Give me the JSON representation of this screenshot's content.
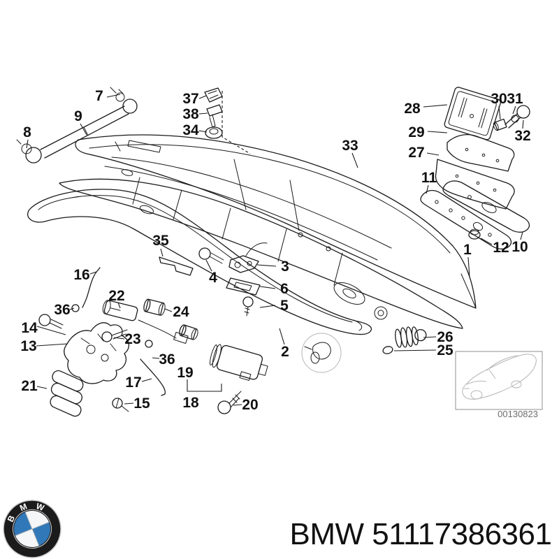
{
  "diagram": {
    "title_hint": "BMW trunk lid exploded parts diagram",
    "labels": [
      "1",
      "2",
      "3",
      "4",
      "5",
      "6",
      "7",
      "8",
      "9",
      "10",
      "11",
      "12",
      "13",
      "14",
      "15",
      "16",
      "17",
      "18",
      "19",
      "20",
      "21",
      "22",
      "23",
      "24",
      "25",
      "26",
      "27",
      "28",
      "29",
      "30",
      "31",
      "32",
      "33",
      "34",
      "35",
      "36",
      "36",
      "37",
      "38"
    ]
  },
  "thumbnail": {
    "code": "00130823"
  },
  "footer": {
    "text": "BMW 51117386361",
    "brand": "BMW",
    "part_number": "51117386361",
    "logo_letters": [
      "B",
      "M",
      "W"
    ]
  },
  "colors": {
    "line": "#1a1a1a",
    "logo_blue": "#3178b8",
    "logo_ring": "#1b1b1b",
    "code_gray": "#6e6e6e",
    "background": "#ffffff"
  }
}
